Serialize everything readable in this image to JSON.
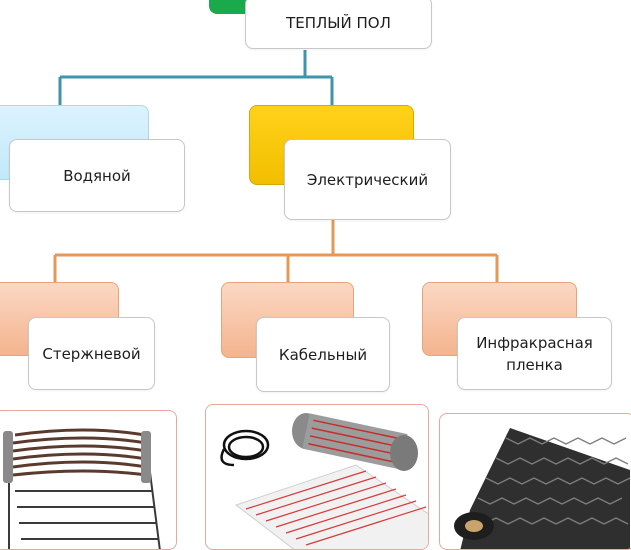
{
  "colors": {
    "root_accent": "#1aaa4c",
    "water_accent": "#cdeefc",
    "electric_accent": "#f6c800",
    "sub_accent": "#f7c4a6",
    "line_blue": "#3f93aa",
    "line_orange": "#e49a56",
    "photo_border": "#e8a7a0"
  },
  "diagram": {
    "root": {
      "label": "ТЕПЛЫЙ ПОЛ"
    },
    "level1": [
      {
        "label": "Водяной"
      },
      {
        "label": "Электрический"
      }
    ],
    "level2": [
      {
        "label": "Стержневой"
      },
      {
        "label": "Кабельный"
      },
      {
        "label": "Инфракрасная пленка"
      }
    ]
  },
  "photos": [
    {
      "icon": "rod-heating-mat-image"
    },
    {
      "icon": "cable-heating-mat-image"
    },
    {
      "icon": "infrared-film-roll-image"
    }
  ]
}
